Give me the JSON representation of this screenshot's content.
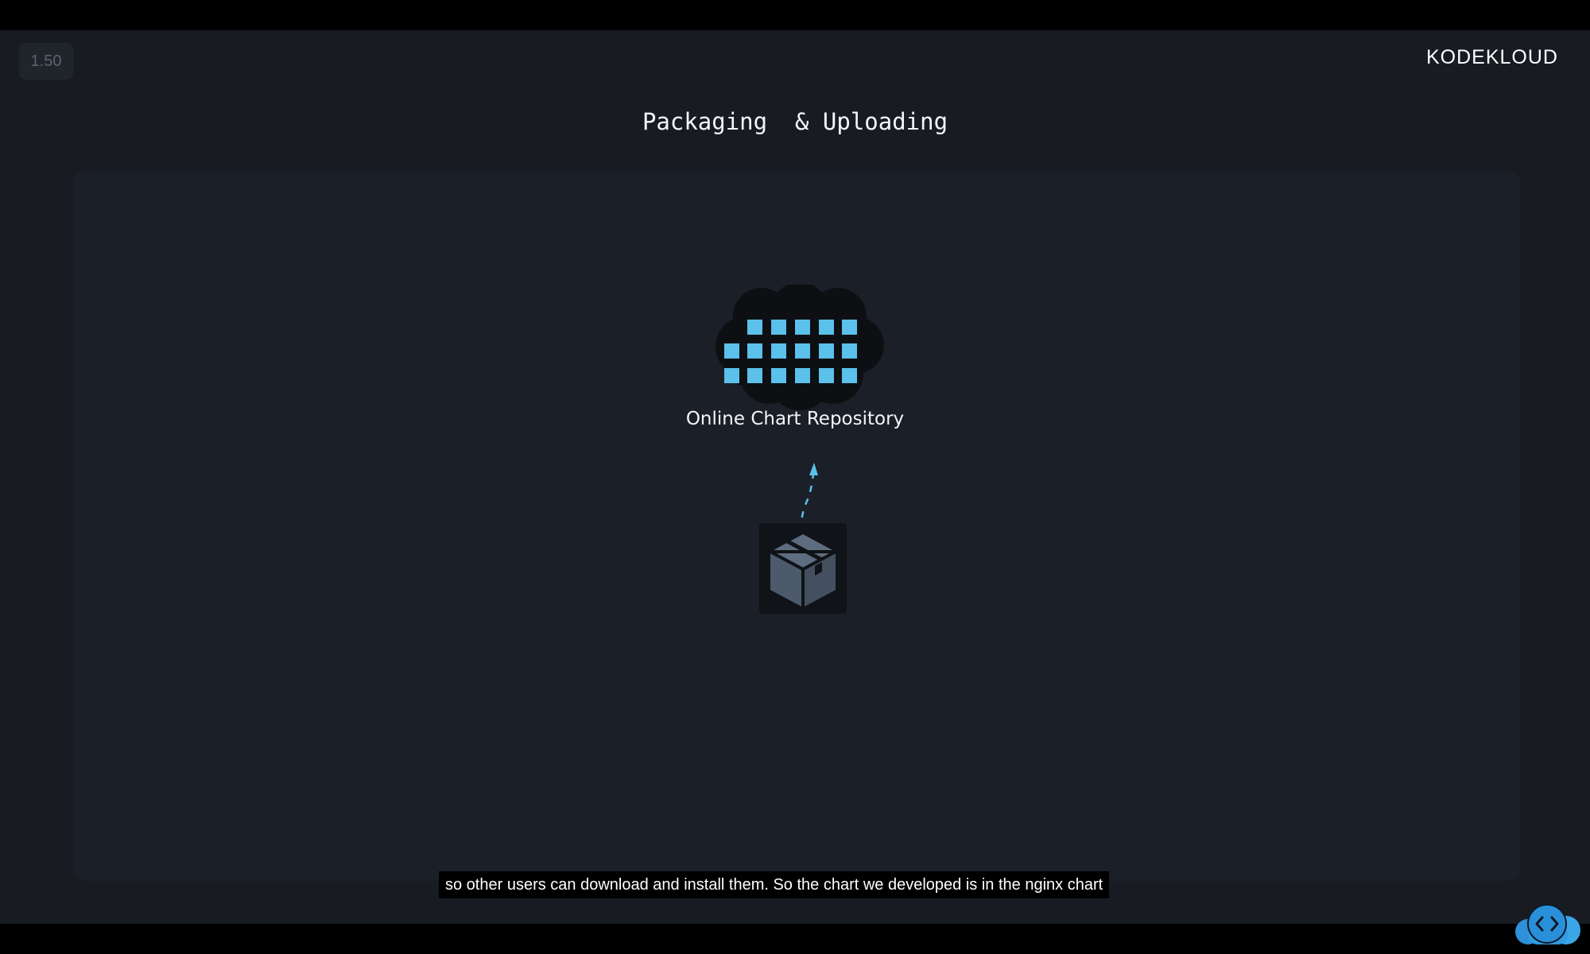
{
  "player": {
    "speed": "1.50",
    "subtitle": "so other users can download and install them. So the chart we developed is in the nginx chart"
  },
  "brand": {
    "logo_text": "KODEKLOUD"
  },
  "slide": {
    "title": "Packaging  & Uploading",
    "repository_label": "Online Chart Repository",
    "icons": {
      "repository": "cloud-grid-icon",
      "upload": "dashed-arrow-up-icon",
      "package": "package-box-icon",
      "widget": "code-cloud-icon"
    }
  },
  "colors": {
    "accent": "#5bc0ea",
    "panel": "#1b1f28",
    "background": "#181c22",
    "box": "#4d5a6c"
  }
}
